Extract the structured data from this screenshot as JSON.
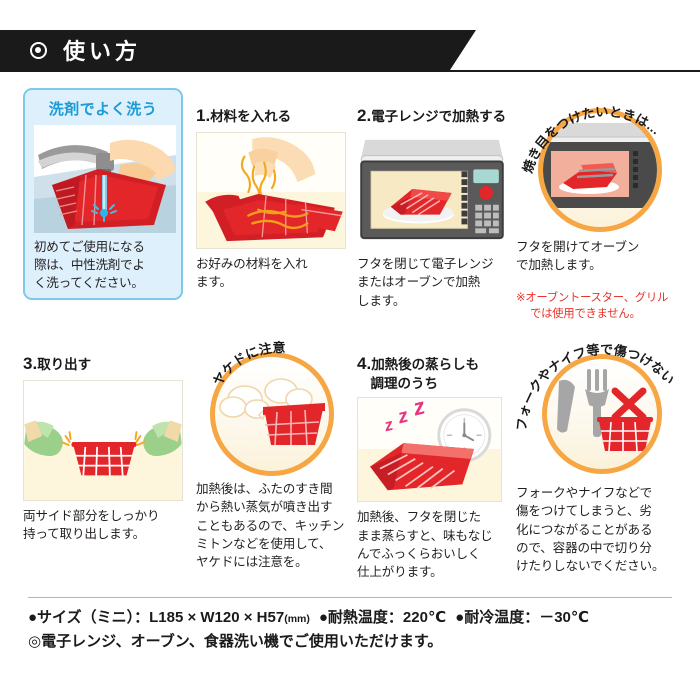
{
  "header": {
    "title": "使い方",
    "bullet_icon": "circle-bullet-icon"
  },
  "wash_panel": {
    "heading": "洗剤でよく洗う",
    "caption": "初めてご使用になる\n際は、中性洗剤でよ\nく洗ってください。",
    "illustration_name": "washing-container-under-faucet"
  },
  "steps": [
    {
      "number": "1.",
      "title": "材料を入れる",
      "caption": "お好みの材料を入れ\nます。",
      "illustration_name": "hand-adding-ingredients"
    },
    {
      "number": "2.",
      "title": "電子レンジで加熱する",
      "caption": "フタを閉じて電子レンジ\nまたはオーブンで加熱\nします。",
      "illustration_name": "microwave-oven-with-container"
    },
    {
      "number": "3.",
      "title": "取り出す",
      "caption": "両サイド部分をしっかり\n持って取り出します。",
      "illustration_name": "two-hands-lifting-container"
    },
    {
      "number": "4.",
      "title": "加熱後の蒸らしも\n　調理のうち",
      "caption": "加熱後、フタを閉じた\nまま蒸らすと、味もなじ\nんでふっくらおいしく\n仕上がります。",
      "illustration_name": "steaming-container-with-clock"
    }
  ],
  "tips": [
    {
      "arc_text": "焼き目をつけたいときは…",
      "caption": "フタを開けてオーブン\nで加熱します。",
      "warning_line1": "※オーブントースター、グリル",
      "warning_line2": "では使用できません。",
      "illustration_name": "oven-with-open-lid-container"
    },
    {
      "arc_text": "ヤケドに注意",
      "caption": "加熱後は、ふたのすき間\nから熱い蒸気が噴き出す\nこともあるので、キッチン\nミトンなどを使用して、\nヤケドには注意を。",
      "illustration_name": "hot-steam-from-container"
    },
    {
      "arc_text": "フォークやナイフ等で傷つけない",
      "caption": "フォークやナイフなどで\n傷をつけてしまうと、劣\n化につながることがある\nので、容器の中で切り分\nけたりしないでください。",
      "illustration_name": "fork-knife-prohibited-on-container"
    }
  ],
  "footer": {
    "size_label": "●サイズ（ミニ）：L185 × W120 × H57",
    "size_unit": "(mm)",
    "heat_label": "●耐熱温度：220℃",
    "cold_label": "●耐冷温度：－30℃",
    "usage_line": "◎電子レンジ、オーブン、食器洗い機でご使用いただけます。"
  },
  "colors": {
    "header_bg": "#1a1a1a",
    "accent_blue": "#1b9bd8",
    "panel_blue_bg": "#ddf0fb",
    "panel_blue_border": "#7fc8ea",
    "ring_orange": "#f6a642",
    "warning_red": "#e8352b",
    "container_red": "#e3262a"
  }
}
